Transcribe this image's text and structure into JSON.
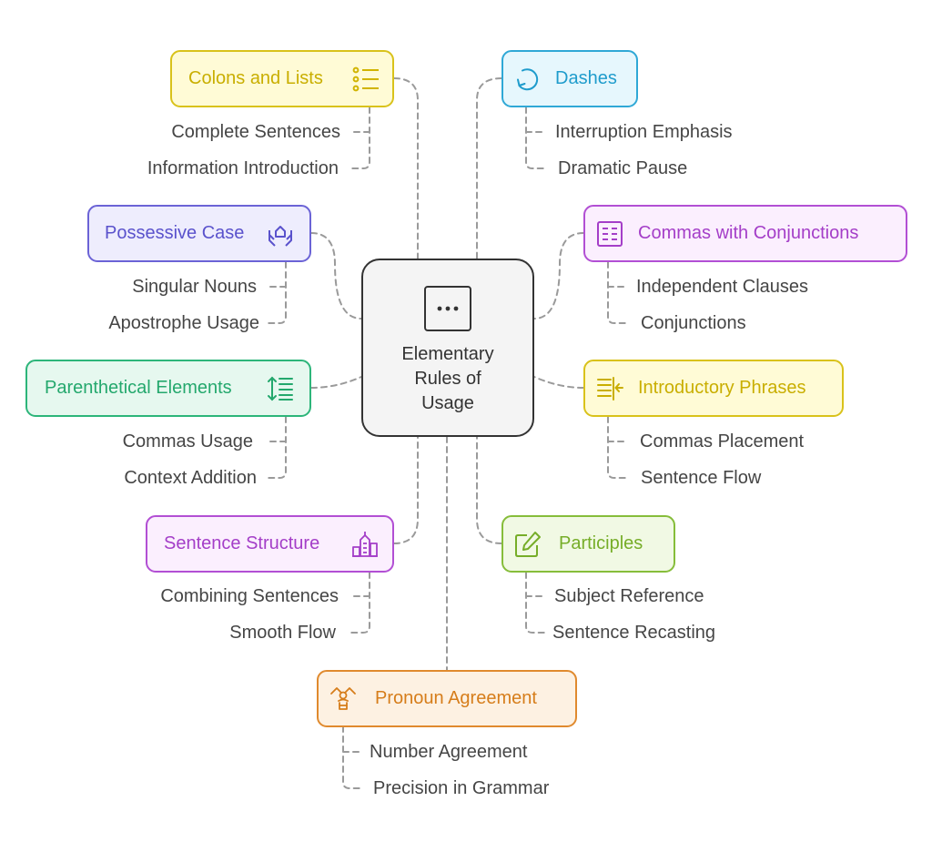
{
  "center": {
    "lines": [
      "Elementary",
      "Rules of",
      "Usage"
    ],
    "icon": "ellipsis-icon"
  },
  "topics": [
    {
      "id": "colons",
      "title": "Colons and Lists",
      "icon": "list-icon",
      "color": "#d9c21a",
      "fill": "#fffbd6",
      "subs": [
        "Complete Sentences",
        "Information Introduction"
      ]
    },
    {
      "id": "dashes",
      "title": "Dashes",
      "icon": "circular-arrow-icon",
      "color": "#2fa8d6",
      "fill": "#e6f7fd",
      "subs": [
        "Interruption Emphasis",
        "Dramatic Pause"
      ]
    },
    {
      "id": "possessive",
      "title": "Possessive Case",
      "icon": "hands-house-icon",
      "color": "#6b63d6",
      "fill": "#eeedfd",
      "subs": [
        "Singular Nouns",
        "Apostrophe Usage"
      ]
    },
    {
      "id": "commas",
      "title": "Commas with Conjunctions",
      "icon": "document-lines-icon",
      "color": "#b24fd4",
      "fill": "#fbeffe",
      "subs": [
        "Independent Clauses",
        "Conjunctions"
      ]
    },
    {
      "id": "parenthetical",
      "title": "Parenthetical Elements",
      "icon": "vertical-arrow-lines-icon",
      "color": "#2db57a",
      "fill": "#e6f8ef",
      "subs": [
        "Commas Usage",
        "Context Addition"
      ]
    },
    {
      "id": "introductory",
      "title": "Introductory Phrases",
      "icon": "indent-arrow-icon",
      "color": "#d9c21a",
      "fill": "#fffbd6",
      "subs": [
        "Commas Placement",
        "Sentence Flow"
      ]
    },
    {
      "id": "structure",
      "title": "Sentence Structure",
      "icon": "buildings-icon",
      "color": "#b24fd4",
      "fill": "#fbeffe",
      "subs": [
        "Combining Sentences",
        "Smooth Flow"
      ]
    },
    {
      "id": "participles",
      "title": "Participles",
      "icon": "edit-pencil-icon",
      "color": "#86bd3a",
      "fill": "#f1f9e4",
      "subs": [
        "Subject Reference",
        "Sentence Recasting"
      ]
    },
    {
      "id": "pronoun",
      "title": "Pronoun Agreement",
      "icon": "figure-icon",
      "color": "#e08a2e",
      "fill": "#fdf1e2",
      "subs": [
        "Number Agreement",
        "Precision in Grammar"
      ]
    }
  ],
  "connector_color": "#9a9a9a"
}
